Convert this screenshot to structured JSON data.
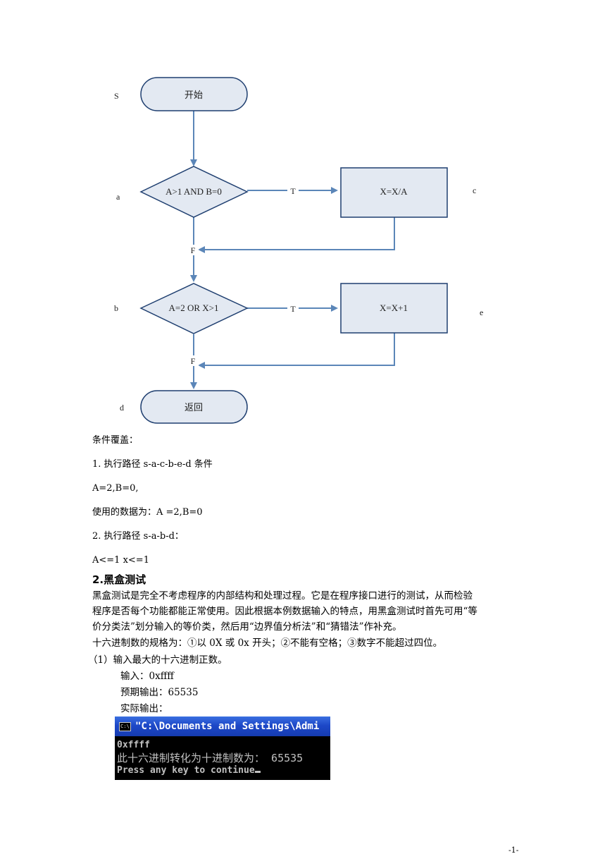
{
  "flowchart": {
    "start_label": "开始",
    "decision_a": "A>1 AND B=0",
    "decision_b": "A=2 OR X>1",
    "process_c": "X=X/A",
    "process_e": "X=X+1",
    "end_label": "返回",
    "node_s": "S",
    "node_a": "a",
    "node_b": "b",
    "node_c": "c",
    "node_d": "d",
    "node_e": "e",
    "true_label_1": "T",
    "true_label_2": "T",
    "false_label_1": "F",
    "false_label_2": "F",
    "colors": {
      "line": "#5b86b8",
      "fill": "#e3e9f2",
      "stroke": "#1f3f70"
    }
  },
  "content": {
    "condition_coverage": "条件覆盖：",
    "path1": "1. 执行路径 s-a-c-b-e-d 条件",
    "path1_cond": "A=2,B=0,",
    "path1_data": "使用的数据为：A =2,B=0",
    "path2": "2. 执行路径 s-a-b-d：",
    "path2_cond": "A<=1 x<=1",
    "section_title": "2.黑盒测试",
    "para1_line1": "黑盒测试是完全不考虑程序的内部结构和处理过程。它是在程序接口进行的测试，从而检验",
    "para1_line2": "程序是否每个功能都能正常使用。因此根据本例数据输入的特点，用黑盒测试时首先可用“等",
    "para1_line3": "价分类法”划分输入的等价类，然后用“边界值分析法”和“猜错法”作补充。",
    "spec": "十六进制数的规格为：①以 0X 或 0x 开头；②不能有空格；③数字不能超过四位。",
    "case1": "（1）输入最大的十六进制正数。",
    "input_line": "输入：0xffff",
    "expected_line": "预期输出：65535",
    "actual_line": "实际输出："
  },
  "console": {
    "icon_text": "C:\\",
    "title": "\"C:\\Documents and Settings\\Admi",
    "line1": "0xffff",
    "line2": "此十六进制转化为十进制数为： 65535",
    "line3": "Press any key to continue"
  },
  "page_number": "-1-"
}
